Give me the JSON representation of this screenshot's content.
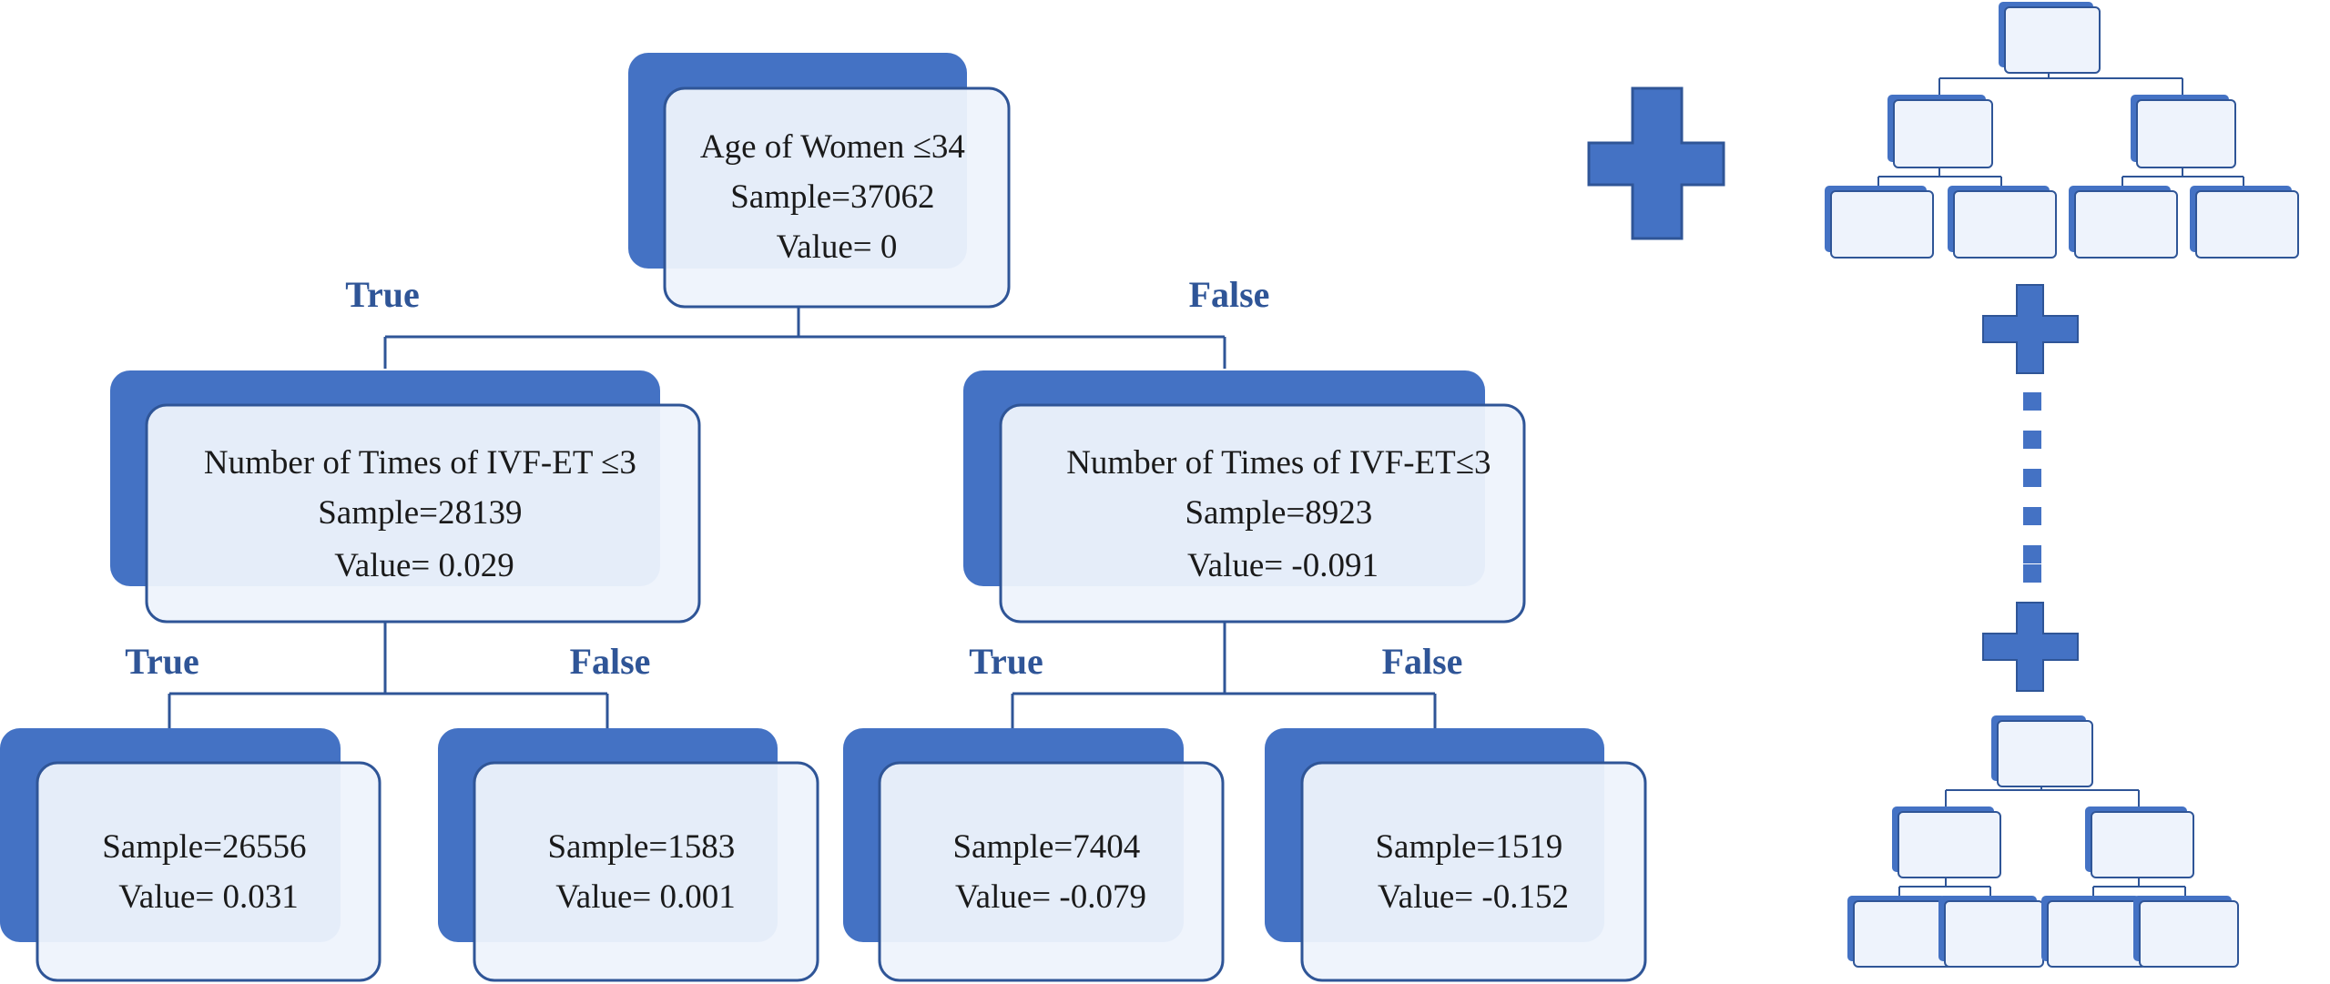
{
  "colors": {
    "back": "#4472c4",
    "front_fill": "#eef3fc",
    "front_stroke": "#2f5597",
    "line": "#2f5597",
    "branch": "#2f5597"
  },
  "tree": {
    "root": {
      "lines": [
        "Age of Women ≤34",
        "Sample=37062",
        "Value= 0"
      ]
    },
    "left": {
      "lines": [
        "Number of Times of IVF-ET ≤3",
        "Sample=28139",
        "Value= 0.029"
      ]
    },
    "right": {
      "lines": [
        "Number of Times of IVF-ET≤3",
        "Sample=8923",
        "Value= -0.091"
      ]
    },
    "leaves": [
      {
        "lines": [
          "Sample=26556",
          "Value= 0.031"
        ]
      },
      {
        "lines": [
          "Sample=1583",
          "Value= 0.001"
        ]
      },
      {
        "lines": [
          "Sample=7404",
          "Value= -0.079"
        ]
      },
      {
        "lines": [
          "Sample=1519",
          "Value= -0.152"
        ]
      }
    ]
  },
  "branch_labels": {
    "root_true": "True",
    "root_false": "False",
    "left_true": "True",
    "left_false": "False",
    "right_true": "True",
    "right_false": "False"
  },
  "ensemble_icons": {
    "large_plus": "plus-icon",
    "small_plus": "plus-icon",
    "mini_tree": "tree-icon",
    "ellipsis": "dotted-ellipsis"
  }
}
